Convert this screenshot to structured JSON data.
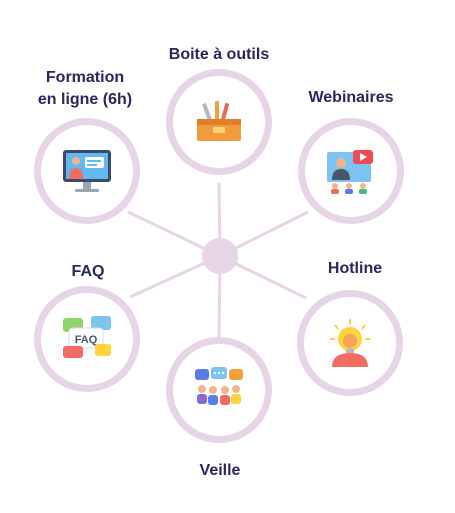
{
  "diagram": {
    "nodes": {
      "formation": {
        "label_line1": "Formation",
        "label_line2": "en ligne (6h)",
        "icon": "computer-training-icon"
      },
      "outils": {
        "label": "Boite à outils",
        "icon": "toolbox-icon"
      },
      "webinaires": {
        "label": "Webinaires",
        "icon": "webinar-presentation-icon"
      },
      "faq": {
        "label": "FAQ",
        "icon": "faq-chat-bubbles-icon",
        "icon_text": "FAQ"
      },
      "hotline": {
        "label": "Hotline",
        "icon": "lightbulb-person-icon"
      },
      "veille": {
        "label": "Veille",
        "icon": "people-chat-icon"
      }
    },
    "colors": {
      "ring": "#e7d4e7",
      "label_text": "#2b2660"
    }
  }
}
